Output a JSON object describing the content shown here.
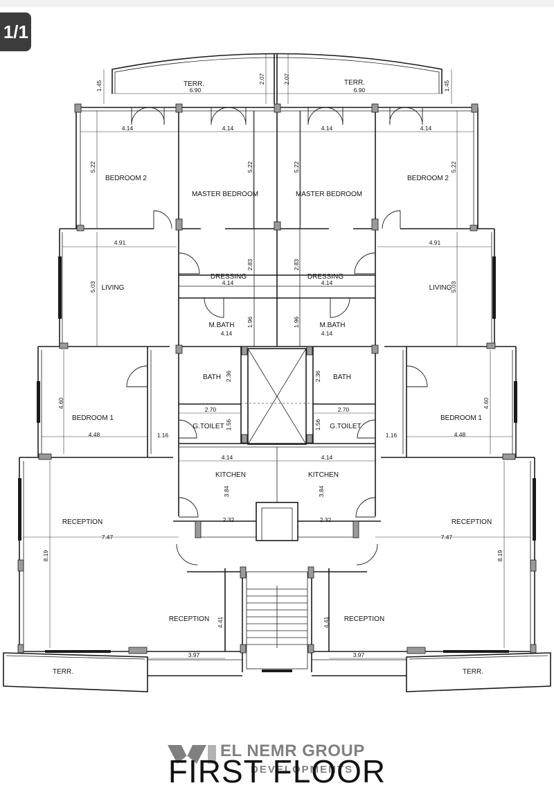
{
  "viewer": {
    "page_counter": "1/1"
  },
  "plan": {
    "title": "FIRST FLOOR",
    "brand": {
      "name": "EL NEMR GROUP",
      "sub": "DEVELOPMENTS"
    },
    "rooms": {
      "terr_top_left": "TERR.",
      "terr_top_right": "TERR.",
      "bedroom2_left": "BEDROOM 2",
      "bedroom2_right": "BEDROOM 2",
      "master_left": "MASTER BEDROOM",
      "master_right": "MASTER BEDROOM",
      "living_left": "LIVING",
      "living_right": "LIVING",
      "dressing_left": "DRESSING",
      "dressing_right": "DRESSING",
      "mbath_left": "M.BATH",
      "mbath_right": "M.BATH",
      "bath_left": "BATH",
      "bath_right": "BATH",
      "gtoilet_left": "G.TOILET",
      "gtoilet_right": "G.TOILET",
      "bedroom1_left": "BEDROOM 1",
      "bedroom1_right": "BEDROOM 1",
      "kitchen_left": "KITCHEN",
      "kitchen_right": "KITCHEN",
      "reception_left": "RECEPTION",
      "reception_right": "RECEPTION",
      "reception_lower_left": "RECEPTION",
      "reception_lower_right": "RECEPTION",
      "terr_bottom_left": "TERR.",
      "terr_bottom_right": "TERR."
    },
    "dims": {
      "terr_l_w": "6.90",
      "terr_r_w": "6.90",
      "terr_l_h": "1.45",
      "terr_r_h": "1.45",
      "mid_l": "2.07",
      "mid_r": "2.07",
      "bed2_l_w": "4.14",
      "master_l_w": "4.14",
      "master_r_w": "4.14",
      "bed2_r_w": "4.14",
      "bed2_l_h": "5.22",
      "master_l_h": "5.22",
      "master_r_h": "5.22",
      "bed2_r_h": "5.22",
      "living_l_w": "4.91",
      "living_r_w": "4.91",
      "living_l_h": "5.03",
      "living_r_h": "5.03",
      "dress_l_h": "2.83",
      "dress_r_h": "2.83",
      "dress_l_w": "4.14",
      "dress_r_w": "4.14",
      "mbath_l_h": "1.96",
      "mbath_r_h": "1.96",
      "mbath_l_w": "4.14",
      "mbath_r_w": "4.14",
      "bath_l_h": "2.36",
      "bath_r_h": "2.36",
      "gt_l_w": "2.70",
      "gt_r_w": "2.70",
      "gt_l_h": "1.56",
      "gt_r_h": "1.56",
      "bed1_l_h": "4.60",
      "bed1_r_h": "4.60",
      "bed1_l_w": "4.48",
      "bed1_r_w": "4.48",
      "corr_l": "1.16",
      "corr_r": "1.16",
      "kit_l_w": "4.14",
      "kit_r_w": "4.14",
      "kit_l_h": "3.84",
      "kit_r_h": "3.84",
      "kit_l_b": "2.32",
      "kit_r_b": "2.32",
      "rec_l_w": "7.47",
      "rec_r_w": "7.47",
      "rec_l_h": "8.19",
      "rec_r_h": "8.19",
      "rec2_l_h": "4.41",
      "rec2_r_h": "4.41",
      "rec2_l_w": "3.97",
      "rec2_r_w": "3.97"
    }
  },
  "colors": {
    "counter_bg": "#3c3c3c",
    "line": "#1a1a1a",
    "column_fill": "#9a9a9a",
    "logo": "#808080"
  }
}
